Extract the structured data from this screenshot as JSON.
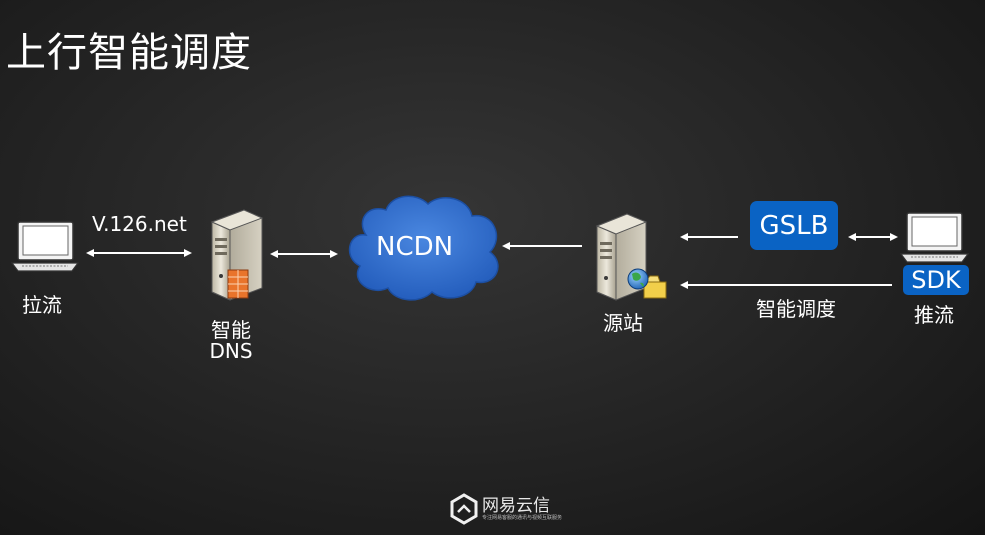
{
  "title": "上行智能调度",
  "nodes": {
    "pull": "拉流",
    "dns_line1": "智能",
    "dns_line2": "DNS",
    "ncdn": "NCDN",
    "origin": "源站",
    "gslb": "GSLB",
    "sdk": "SDK",
    "push": "推流"
  },
  "labels": {
    "url": "V.126.net",
    "smart_dispatch": "智能调度"
  },
  "brand": {
    "name": "网易云信",
    "tagline": "专注网易客服的通讯与视频互联服务"
  },
  "colors": {
    "accent": "#0a63c4",
    "cloud": "#2f6fd0",
    "arrow": "#ffffff"
  }
}
